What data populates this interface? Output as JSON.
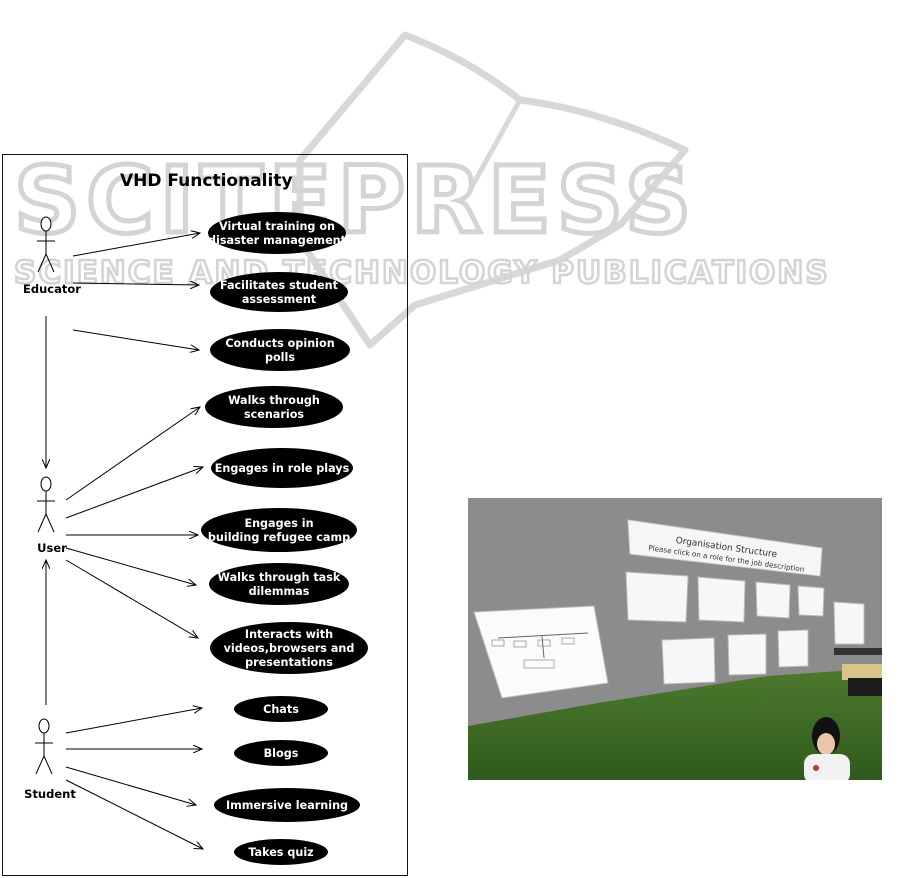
{
  "watermark": {
    "brand": "SCITEPRESS",
    "tagline": "SCIENCE AND TECHNOLOGY PUBLICATIONS"
  },
  "diagram": {
    "title": "VHD Functionality",
    "actors": [
      {
        "id": "educator",
        "label": "Educator"
      },
      {
        "id": "user",
        "label": "User"
      },
      {
        "id": "student",
        "label": "Student"
      }
    ],
    "use_cases": [
      {
        "lines": [
          "Virtual training on",
          "disaster management"
        ]
      },
      {
        "lines": [
          "Facilitates student",
          "assessment"
        ]
      },
      {
        "lines": [
          "Conducts opinion",
          "polls"
        ]
      },
      {
        "lines": [
          "Walks through",
          "scenarios"
        ]
      },
      {
        "lines": [
          "Engages in role plays"
        ]
      },
      {
        "lines": [
          "Engages in",
          "building refugee camp"
        ]
      },
      {
        "lines": [
          "Walks through task",
          "dilemmas"
        ]
      },
      {
        "lines": [
          "Interacts with",
          "videos,browsers and",
          "presentations"
        ]
      },
      {
        "lines": [
          "Chats"
        ]
      },
      {
        "lines": [
          "Blogs"
        ]
      },
      {
        "lines": [
          "Immersive learning"
        ]
      },
      {
        "lines": [
          "Takes quiz"
        ]
      }
    ]
  },
  "virtual_world": {
    "board_title": "Organisation Structure",
    "board_subtitle": "Please click on a role for the job description"
  }
}
